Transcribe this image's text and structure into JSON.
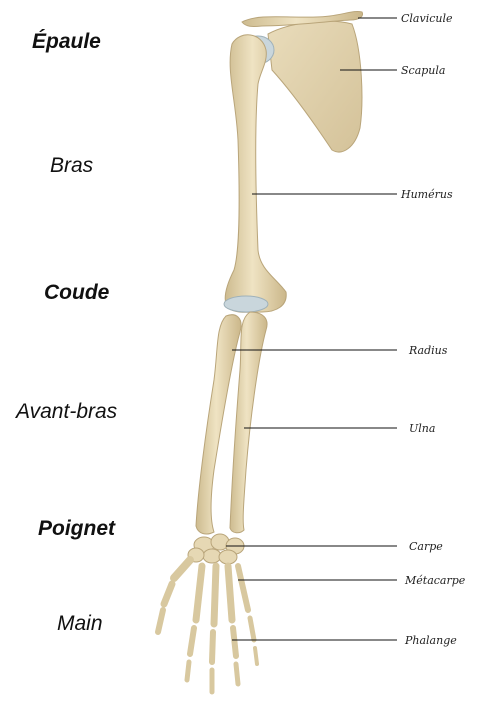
{
  "regions": {
    "epaule": "Épaule",
    "bras": "Bras",
    "coude": "Coude",
    "avant_bras": "Avant-bras",
    "poignet": "Poignet",
    "main": "Main"
  },
  "bones": {
    "clavicule": "Clavicule",
    "scapula": "Scapula",
    "humerus": "Humérus",
    "radius": "Radius",
    "ulna": "Ulna",
    "carpe": "Carpe",
    "metacarpe": "Métacarpe",
    "phalange": "Phalange"
  },
  "colors": {
    "bone": "#e6d8b4",
    "bone_shadow": "#c8b58a",
    "cartilage": "#c9d6dc",
    "text": "#111111"
  }
}
